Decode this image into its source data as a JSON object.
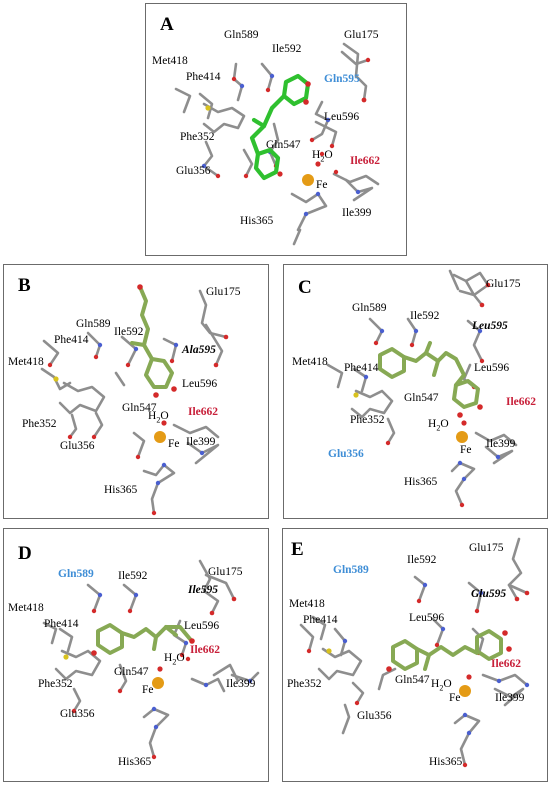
{
  "colors": {
    "frame": "#6b6b6b",
    "residue_stick": "#8e8e8e",
    "oxygen": "#d42a2a",
    "nitrogen": "#4a5fd0",
    "sulfur": "#d8c21e",
    "iron": "#e49b16",
    "ligand_bright": "#2fc02f",
    "ligand_olive": "#87a954",
    "label_blue": "#3f8ed6",
    "label_red": "#c8203a"
  },
  "panels": [
    {
      "id": "A",
      "label": "A",
      "ligand_color": "bright",
      "residues": [
        "Gln589",
        "Ile592",
        "Glu175",
        "Met418",
        "Phe414",
        "Gln595",
        "Leu596",
        "Phe352",
        "Gln547",
        "Ile662",
        "Glu356",
        "Fe",
        "Ile399",
        "His365"
      ],
      "water": {
        "main": "H",
        "sub": "2",
        "tail": "O"
      }
    },
    {
      "id": "B",
      "label": "B",
      "ligand_color": "olive",
      "residues": [
        "Glu175",
        "Gln589",
        "Phe414",
        "Ile592",
        "Ala595",
        "Met418",
        "Leu596",
        "Gln547",
        "Ile662",
        "Phe352",
        "Glu356",
        "Fe",
        "Ile399",
        "His365"
      ],
      "water": {
        "main": "H",
        "sub": "2",
        "tail": "O"
      }
    },
    {
      "id": "C",
      "label": "C",
      "ligand_color": "olive",
      "residues": [
        "Glu175",
        "Gln589",
        "Ile592",
        "Leu595",
        "Met418",
        "Leu596",
        "Phe414",
        "Gln547",
        "Ile662",
        "Phe352",
        "Glu356",
        "Fe",
        "Ile399",
        "His365"
      ],
      "water": {
        "main": "H",
        "sub": "2",
        "tail": "O"
      }
    },
    {
      "id": "D",
      "label": "D",
      "ligand_color": "olive",
      "residues": [
        "Gln589",
        "Ile592",
        "Glu175",
        "Ile595",
        "Met418",
        "Phe414",
        "Leu596",
        "Ile662",
        "Gln547",
        "Phe352",
        "Fe",
        "Ile399",
        "Glu356",
        "His365"
      ],
      "water": {
        "main": "H",
        "sub": "2",
        "tail": "O"
      }
    },
    {
      "id": "E",
      "label": "E",
      "ligand_color": "olive",
      "residues": [
        "Gln589",
        "Ile592",
        "Glu175",
        "Glu595",
        "Met418",
        "Phe414",
        "Leu596",
        "Ile662",
        "Gln547",
        "Phe352",
        "Fe",
        "Ile399",
        "Glu356",
        "His365"
      ],
      "water": {
        "main": "H",
        "sub": "2",
        "tail": "O"
      }
    }
  ]
}
